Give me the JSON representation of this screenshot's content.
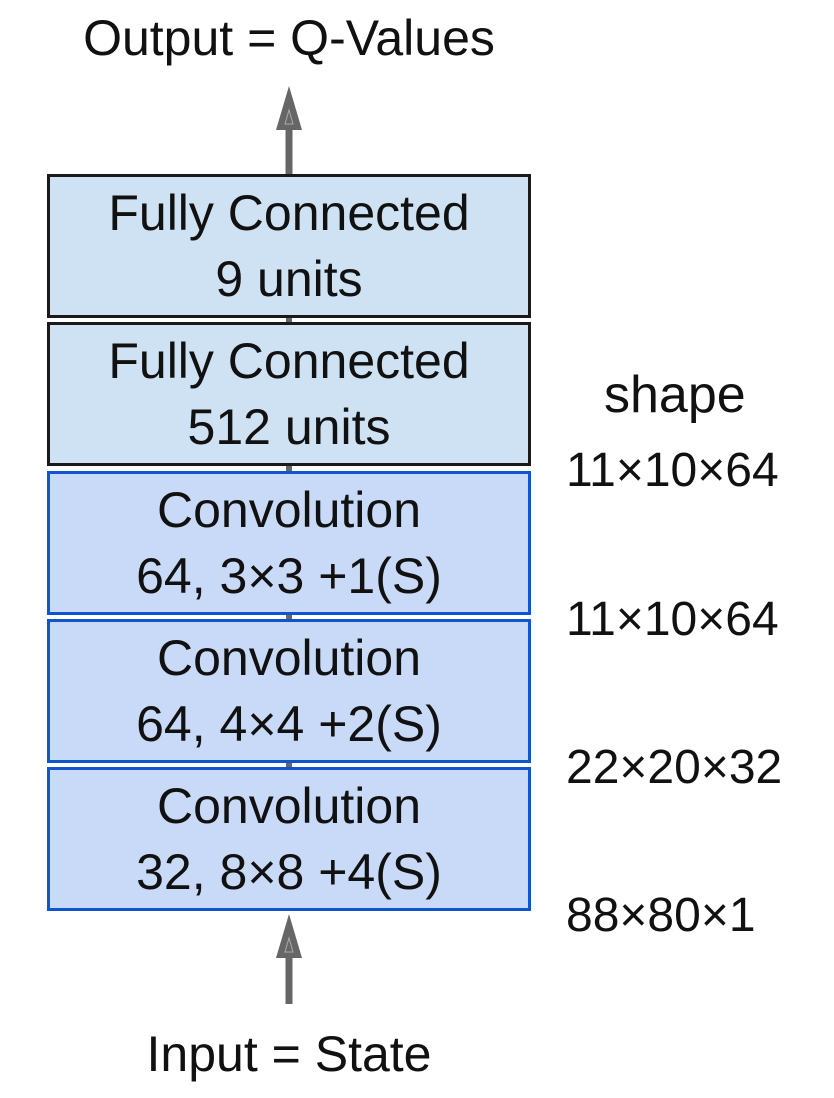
{
  "diagram": {
    "output_label": "Output = Q-Values",
    "input_label": "Input = State",
    "layers": [
      {
        "kind": "fc",
        "line1": "Fully Connected",
        "line2": "9 units"
      },
      {
        "kind": "fc",
        "line1": "Fully Connected",
        "line2": "512 units"
      },
      {
        "kind": "conv",
        "line1": "Convolution",
        "line2": "64, 3×3 +1(S)"
      },
      {
        "kind": "conv",
        "line1": "Convolution",
        "line2": "64, 4×4 +2(S)"
      },
      {
        "kind": "conv",
        "line1": "Convolution",
        "line2": "32, 8×8 +4(S)"
      }
    ],
    "shape_header": "shape",
    "shapes": [
      "11×10×64",
      "11×10×64",
      "22×20×32",
      "88×80×1"
    ],
    "colors": {
      "fc_fill": "#cfe2f3",
      "fc_border": "#1a1a1a",
      "conv_fill": "#c9daf8",
      "conv_border": "#1155cc",
      "arrow": "#666666"
    }
  }
}
